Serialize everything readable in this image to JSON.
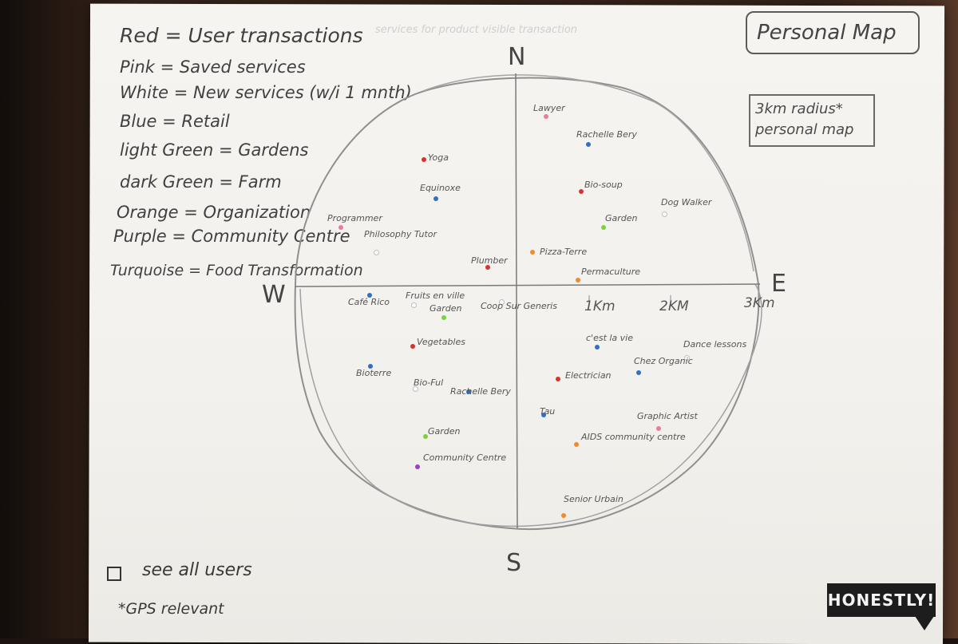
{
  "title": "Personal Map",
  "radius_note": {
    "line1": "3km radius*",
    "line2": "personal map"
  },
  "faint_text": "services for product visible transaction",
  "legend": [
    {
      "text": "Red = User transactions",
      "color": "#d9322b"
    },
    {
      "text": "Pink = Saved services",
      "color": "#e97aa0"
    },
    {
      "text": "White = New services (w/i 1 mnth)",
      "color": "#ffffff"
    },
    {
      "text": "Blue = Retail",
      "color": "#2f6fc4"
    },
    {
      "text": "light Green = Gardens",
      "color": "#7bd23a"
    },
    {
      "text": "dark Green = Farm",
      "color": "#2e7d32"
    },
    {
      "text": "Orange = Organization",
      "color": "#f08a2a"
    },
    {
      "text": "Purple = Community Centre",
      "color": "#9b3fc4"
    },
    {
      "text": "Turquoise = Food Transformation",
      "color": "#22b3b3"
    }
  ],
  "compass": {
    "north": "N",
    "south": "S",
    "east": "E",
    "west": "W"
  },
  "scale": {
    "k1": "1Km",
    "k2": "2KM",
    "k3": "3Km"
  },
  "places": [
    {
      "label": "Lawyer",
      "color": "#e97aa0",
      "category": "pink"
    },
    {
      "label": "Rachelle Bery",
      "color": "#2f6fc4",
      "category": "blue"
    },
    {
      "label": "Yoga",
      "color": "#d9322b",
      "category": "red"
    },
    {
      "label": "Equinoxe",
      "color": "#2f6fc4",
      "category": "blue"
    },
    {
      "label": "Bio-soup",
      "color": "#d9322b",
      "category": "red"
    },
    {
      "label": "Dog Walker",
      "color": "#ffffff",
      "category": "white"
    },
    {
      "label": "Garden",
      "color": "#7bd23a",
      "category": "light-green"
    },
    {
      "label": "Programmer",
      "color": "#e97aa0",
      "category": "pink"
    },
    {
      "label": "Philosophy Tutor",
      "color": "#ffffff",
      "category": "white"
    },
    {
      "label": "Pizza-Terre",
      "color": "#f08a2a",
      "category": "orange"
    },
    {
      "label": "Plumber",
      "color": "#d9322b",
      "category": "red"
    },
    {
      "label": "Permaculture",
      "color": "#f08a2a",
      "category": "orange"
    },
    {
      "label": "Café Rico",
      "color": "#2f6fc4",
      "category": "blue"
    },
    {
      "label": "Fruits en ville",
      "color": "#ffffff",
      "category": "white"
    },
    {
      "label": "Garden",
      "color": "#7bd23a",
      "category": "light-green"
    },
    {
      "label": "Coop Sur Generis",
      "color": "#ffffff",
      "category": "white"
    },
    {
      "label": "c'est la vie",
      "color": "#2f6fc4",
      "category": "blue"
    },
    {
      "label": "Dance lessons",
      "color": "#ffffff",
      "category": "white"
    },
    {
      "label": "Vegetables",
      "color": "#d9322b",
      "category": "red"
    },
    {
      "label": "Bioterre",
      "color": "#2f6fc4",
      "category": "blue"
    },
    {
      "label": "Bio-Ful",
      "color": "#ffffff",
      "category": "white"
    },
    {
      "label": "Electrician",
      "color": "#d9322b",
      "category": "red"
    },
    {
      "label": "Chez Organic",
      "color": "#2f6fc4",
      "category": "blue"
    },
    {
      "label": "Rachelle Bery",
      "color": "#2f6fc4",
      "category": "blue"
    },
    {
      "label": "Tau",
      "color": "#2f6fc4",
      "category": "blue"
    },
    {
      "label": "Graphic Artist",
      "color": "#e97aa0",
      "category": "pink"
    },
    {
      "label": "Garden",
      "color": "#7bd23a",
      "category": "light-green"
    },
    {
      "label": "AIDS community centre",
      "color": "#f08a2a",
      "category": "orange"
    },
    {
      "label": "Community Centre",
      "color": "#9b3fc4",
      "category": "purple"
    },
    {
      "label": "Senior Urbain",
      "color": "#f08a2a",
      "category": "orange"
    }
  ],
  "footer": {
    "see_all_users": "see all users",
    "gps_note": "*GPS relevant"
  },
  "badge": "HONESTLY!"
}
